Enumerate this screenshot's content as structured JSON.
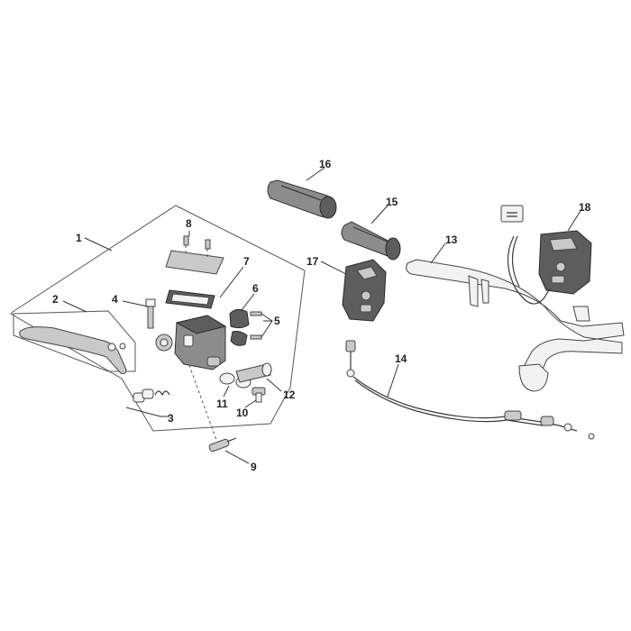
{
  "callouts": {
    "c1": "1",
    "c2": "2",
    "c3": "3",
    "c4": "4",
    "c5": "5",
    "c6": "6",
    "c7": "7",
    "c8": "8",
    "c9": "9",
    "c10": "10",
    "c11": "11",
    "c12": "12",
    "c13": "13",
    "c14": "14",
    "c15": "15",
    "c16": "16",
    "c17": "17",
    "c18": "18"
  },
  "colors": {
    "background": "#ffffff",
    "part_dark": "#5d5d5d",
    "part_light": "#c9c9c9",
    "line": "#333333"
  }
}
